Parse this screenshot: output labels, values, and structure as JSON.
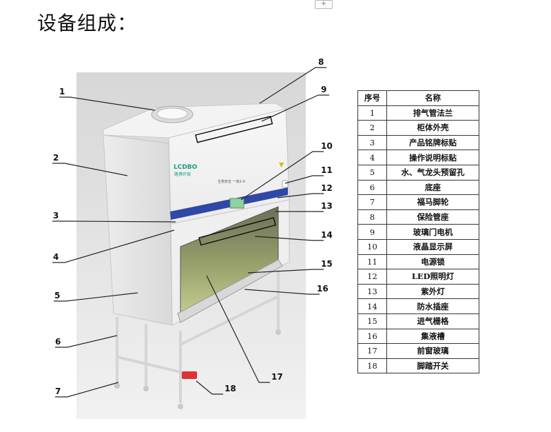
{
  "page": {
    "title": "设备组成："
  },
  "toolbar": {
    "zoom_label": "+"
  },
  "cabinet_labels": {
    "brand": "LCDBO",
    "brand_sub": "路博环保",
    "display_line": "生物安全  一级2 A"
  },
  "callouts": [
    "1",
    "2",
    "3",
    "4",
    "5",
    "6",
    "7",
    "8",
    "9",
    "10",
    "11",
    "12",
    "13",
    "14",
    "15",
    "16",
    "17",
    "18"
  ],
  "table": {
    "headers": {
      "no": "序号",
      "name": "名称"
    },
    "rows": [
      {
        "no": "1",
        "name": "排气管法兰"
      },
      {
        "no": "2",
        "name": "柜体外壳"
      },
      {
        "no": "3",
        "name": "产品铭牌标贴"
      },
      {
        "no": "4",
        "name": "操作说明标贴"
      },
      {
        "no": "5",
        "name": "水、气龙头预留孔"
      },
      {
        "no": "6",
        "name": "底座"
      },
      {
        "no": "7",
        "name": "福马脚轮"
      },
      {
        "no": "8",
        "name": "保险管座"
      },
      {
        "no": "9",
        "name": "玻璃门电机"
      },
      {
        "no": "10",
        "name": "液晶显示屏"
      },
      {
        "no": "11",
        "name": "电源锁"
      },
      {
        "no": "12",
        "name": "LED照明灯"
      },
      {
        "no": "13",
        "name": "紫外灯"
      },
      {
        "no": "14",
        "name": "防水插座"
      },
      {
        "no": "15",
        "name": "进气栅格"
      },
      {
        "no": "16",
        "name": "集液槽"
      },
      {
        "no": "17",
        "name": "前窗玻璃"
      },
      {
        "no": "18",
        "name": "脚踏开关"
      }
    ]
  }
}
